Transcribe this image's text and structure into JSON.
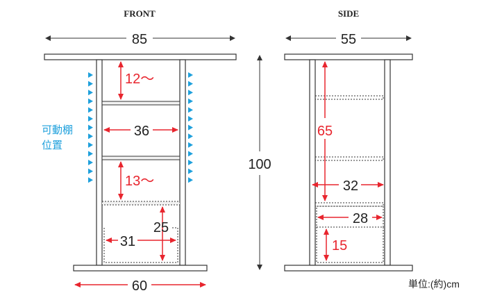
{
  "front": {
    "heading": "FRONT",
    "width_top": "85",
    "width_base": "60",
    "dim_shelf1": "12〜",
    "dim_inner_width": "36",
    "dim_shelf2": "13〜",
    "dim_drawer_height": "25",
    "dim_drawer_width": "31",
    "adjustable_shelf_label_line1": "可動棚",
    "adjustable_shelf_label_line2": "位置"
  },
  "side": {
    "heading": "SIDE",
    "depth_top": "55",
    "dim_inner_height": "65",
    "dim_inner_depth": "32",
    "dim_drawer_depth": "28",
    "dim_drawer_height": "15"
  },
  "overall_height": "100",
  "unit_note": "単位:(約)cm",
  "colors": {
    "outline": "#333333",
    "dimension_red": "#e8252e",
    "marker_blue": "#1ea0dc",
    "text": "#222222",
    "panel_fill": "#ffffff",
    "shelf_fill": "#f2f2f2"
  }
}
